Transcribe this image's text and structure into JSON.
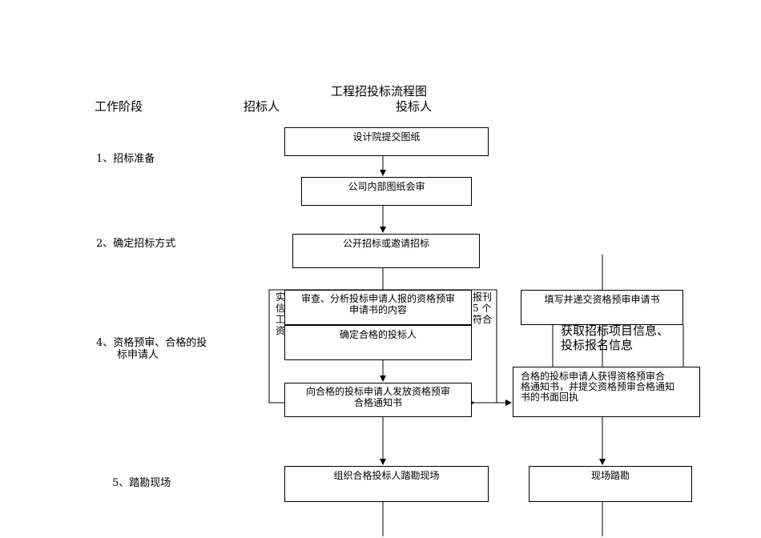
{
  "title": "工程招投标流程图",
  "columns": {
    "stage": "工作阶段",
    "tenderer": "招标人",
    "bidder": "投标人"
  },
  "stages": {
    "s1": "1、招标准备",
    "s2": "2、确定招标方式",
    "s4_line1": "4、资格预审、合格的投",
    "s4_line2": "标申请人",
    "s5": "5、踏勘现场"
  },
  "boxes": {
    "design_drawings": "设计院提交图纸",
    "internal_review": "公司内部图纸会审",
    "open_or_invite": "公开招标或邀请招标",
    "review_analyze_l1": "审查、分析投标申请人报的资格预审",
    "review_analyze_l2": "申请书的内容",
    "confirm_qualified": "确定合格的投标人",
    "issue_notice_l1": "向合格的投标申请人发放资格预审",
    "issue_notice_l2": "合格通知书",
    "organize_site_visit": "组织合格投标人踏勘现场",
    "fill_submit": "填写并递交资格预审申请书",
    "get_info_l1": "获取招标项目信息、",
    "get_info_l2": "投标报名信息",
    "receive_notice_l1": "合格的投标申请人获得资格预审合",
    "receive_notice_l2": "格通知书，并提交资格预审合格通知",
    "receive_notice_l3": "书的书面回执",
    "site_visit": "现场踏勘"
  },
  "hidden_box_fragments": {
    "left_col": [
      "实",
      "信",
      "工",
      "资"
    ],
    "right_col": [
      "报刊",
      "5 个",
      "符合"
    ]
  }
}
